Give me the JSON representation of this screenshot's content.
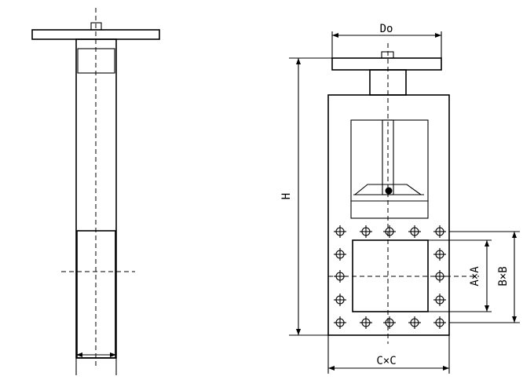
{
  "drawing": {
    "line_color": "#000000",
    "background": "#ffffff",
    "labels": {
      "flange_diameter": "Do",
      "overall_height": "H",
      "inner_opening": "A×A",
      "bolt_pitch": "B×B",
      "outer_flange": "C×C"
    }
  }
}
